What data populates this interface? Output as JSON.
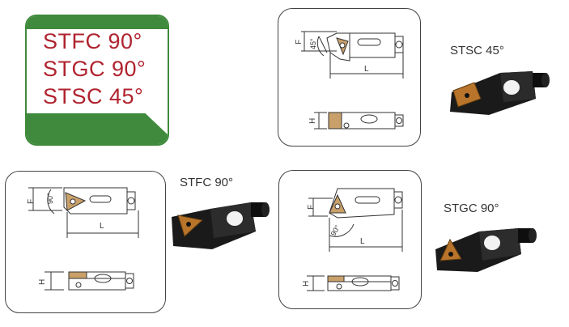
{
  "title_card": {
    "lines": [
      "STFC 90°",
      "STGC 90°",
      "STSC 45°"
    ],
    "accent": "#3f8a3c",
    "text_color": "#b0232e"
  },
  "panels": {
    "stsc": {
      "label": "STSC 45°",
      "angle": "45°",
      "dim_f": "F",
      "dim_l": "L",
      "dim_h": "H"
    },
    "stfc": {
      "label": "STFC 90°",
      "angle": "90°",
      "dim_f": "F",
      "dim_l": "L",
      "dim_h": "H"
    },
    "stgc": {
      "label": "STGC 90°",
      "angle": "90°",
      "dim_f": "F",
      "dim_l": "L",
      "dim_h": "H"
    }
  }
}
